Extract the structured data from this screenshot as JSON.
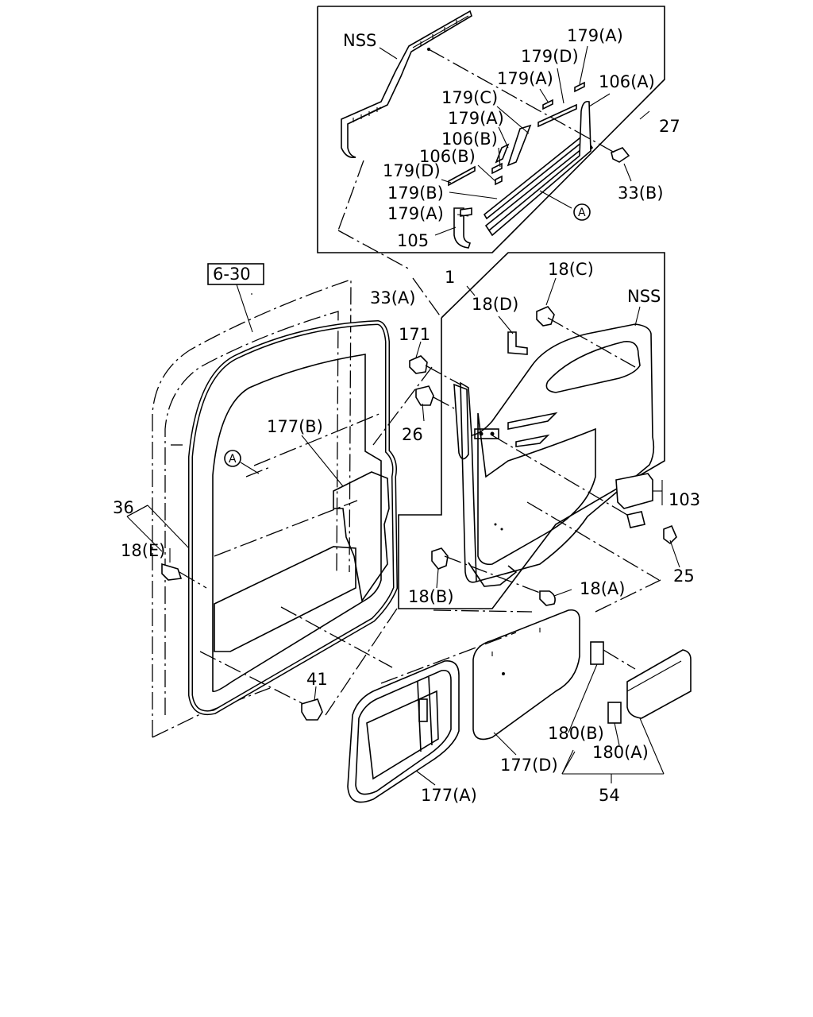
{
  "diagram": {
    "labels": {
      "nss_top": "NSS",
      "p179A_1": "179(A)",
      "p179D_1": "179(D)",
      "p179A_2": "179(A)",
      "p106A": "106(A)",
      "p179C": "179(C)",
      "p27": "27",
      "p179A_3": "179(A)",
      "p106B_1": "106(B)",
      "p106B_2": "106(B)",
      "p179D_2": "179(D)",
      "p33B": "33(B)",
      "p179B": "179(B)",
      "p179A_4": "179(A)",
      "p105": "105",
      "ref_a_top": "A",
      "p6_30": "6-30",
      "p33A": "33(A)",
      "p1": "1",
      "p18C": "18(C)",
      "p18D": "18(D)",
      "nss_mid": "NSS",
      "p171": "171",
      "p26": "26",
      "p177B": "177(B)",
      "ref_a_mid": "A",
      "p36": "36",
      "p18E": "18(E)",
      "p103": "103",
      "p25": "25",
      "p18B": "18(B)",
      "p18A": "18(A)",
      "p41": "41",
      "p180B": "180(B)",
      "p180A": "180(A)",
      "p177D": "177(D)",
      "p177A": "177(A)",
      "p54": "54"
    }
  }
}
